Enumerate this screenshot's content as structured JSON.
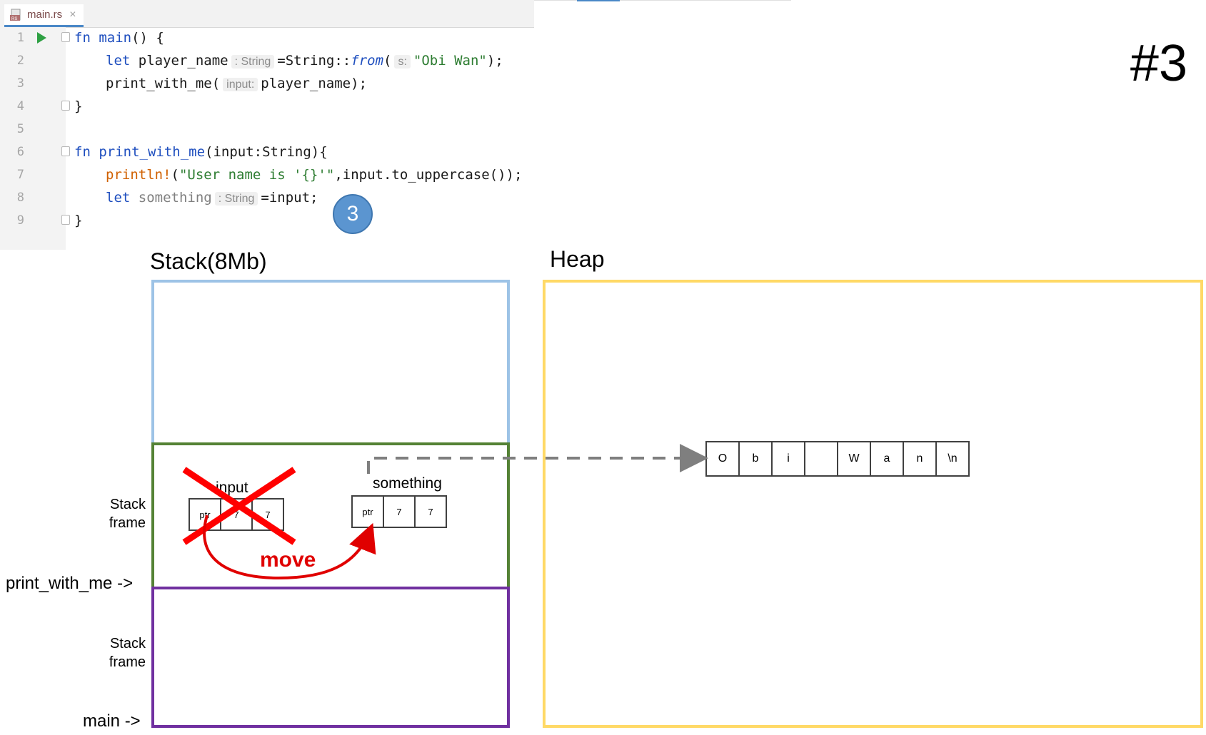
{
  "editor": {
    "tab_label": "main.rs",
    "tab_close": "×",
    "lines": [
      {
        "n": "1"
      },
      {
        "n": "2"
      },
      {
        "n": "3"
      },
      {
        "n": "4"
      },
      {
        "n": "5"
      },
      {
        "n": "6"
      },
      {
        "n": "7"
      },
      {
        "n": "8"
      },
      {
        "n": "9"
      }
    ],
    "code": {
      "l1_kw": "fn",
      "l1_name": " main",
      "l1_rest": "() {",
      "l2_kw": "let",
      "l2_var": " player_name",
      "l2_hint": ": String",
      "l2_mid": "=String::",
      "l2_from": "from",
      "l2_paren": "(",
      "l2_hint2": "s:",
      "l2_str": "\"Obi Wan\"",
      "l2_end": ");",
      "l3_call": "print_with_me(",
      "l3_hint": "input:",
      "l3_rest": "player_name);",
      "l4": "}",
      "l6_kw": "fn",
      "l6_name": " print_with_me",
      "l6_rest": "(input:String){",
      "l7_mac": "println!",
      "l7_p": "(",
      "l7_str": "\"User name is '{}'\"",
      "l7_rest": ",input.to_uppercase());",
      "l8_kw": "let",
      "l8_var": " something",
      "l8_hint": ": String",
      "l8_rest": "=input;",
      "l9": "}"
    },
    "badge": "3"
  },
  "slide_number": "#3",
  "diagram": {
    "stack_title": "Stack(8Mb)",
    "heap_title": "Heap",
    "stack_frame_label_1": "Stack\nframe",
    "stack_frame_label_2": "Stack\nframe",
    "print_with_me_label": "print_with_me ->",
    "main_label": "main ->",
    "input_caption": "input",
    "input_cells": [
      "ptr",
      "7",
      "7"
    ],
    "something_caption": "something",
    "something_cells": [
      "ptr",
      "7",
      "7"
    ],
    "move_label": "move",
    "heap_cells": [
      "O",
      "b",
      "i",
      "",
      "W",
      "a",
      "n",
      "\\n"
    ],
    "colors": {
      "stack_outer": "#9dc3e6",
      "frame_print": "#548235",
      "frame_main": "#7030a0",
      "heap": "#ffd966",
      "cross": "#ff0000",
      "arrow": "#7f7f7f"
    }
  }
}
